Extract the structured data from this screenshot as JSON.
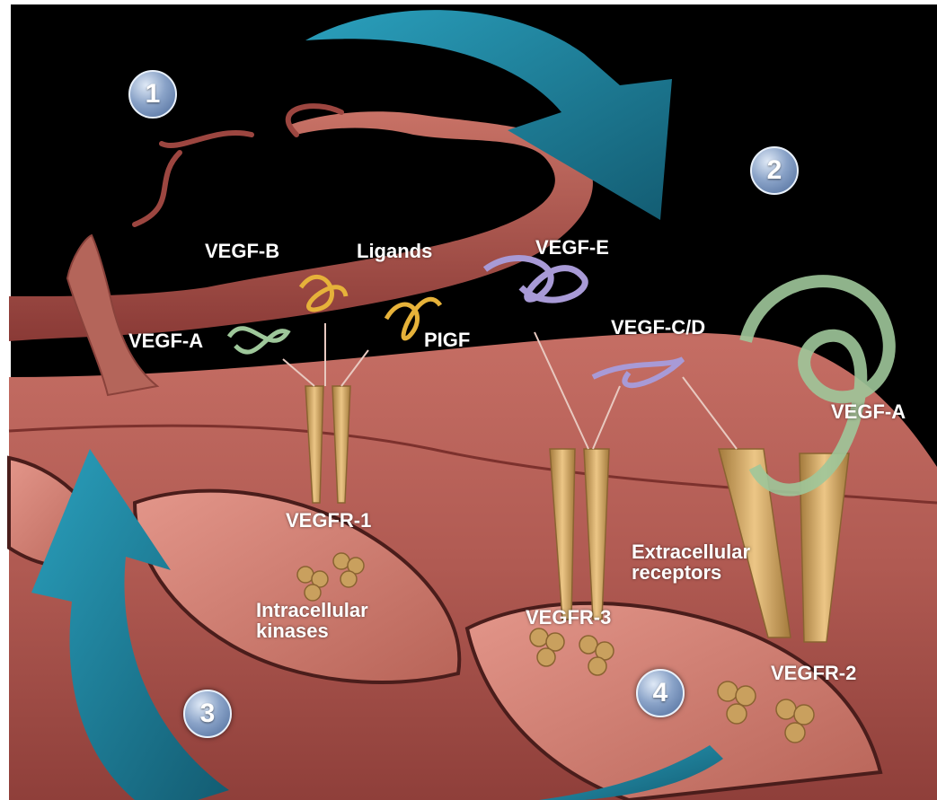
{
  "steps": [
    "1",
    "2",
    "3",
    "4"
  ],
  "labels": {
    "ligands": "Ligands",
    "vegf_b": "VEGF-B",
    "vegf_e": "VEGF-E",
    "vegf_a_left": "VEGF-A",
    "pigf": "PIGF",
    "vegf_cd": "VEGF-C/D",
    "vegf_a_right": "VEGF-A",
    "vegfr1": "VEGFR-1",
    "vegfr2": "VEGFR-2",
    "vegfr3": "VEGFR-3",
    "intracellular_kinases": "Intracellular\nkinases",
    "extracellular_receptors": "Extracellular\nreceptors"
  },
  "colors": {
    "background": "#000000",
    "cell_tissue": "#b85d55",
    "vessel": "#a84a44",
    "arrow": "#1e7f98",
    "receptor": "#d6a864",
    "ligand_a": "#9ec79a",
    "ligand_b_pigf": "#e6b23a",
    "ligand_e_cd": "#a89ad6",
    "kinase": "#c9a05e",
    "step_badge": "#6f8cb8"
  }
}
